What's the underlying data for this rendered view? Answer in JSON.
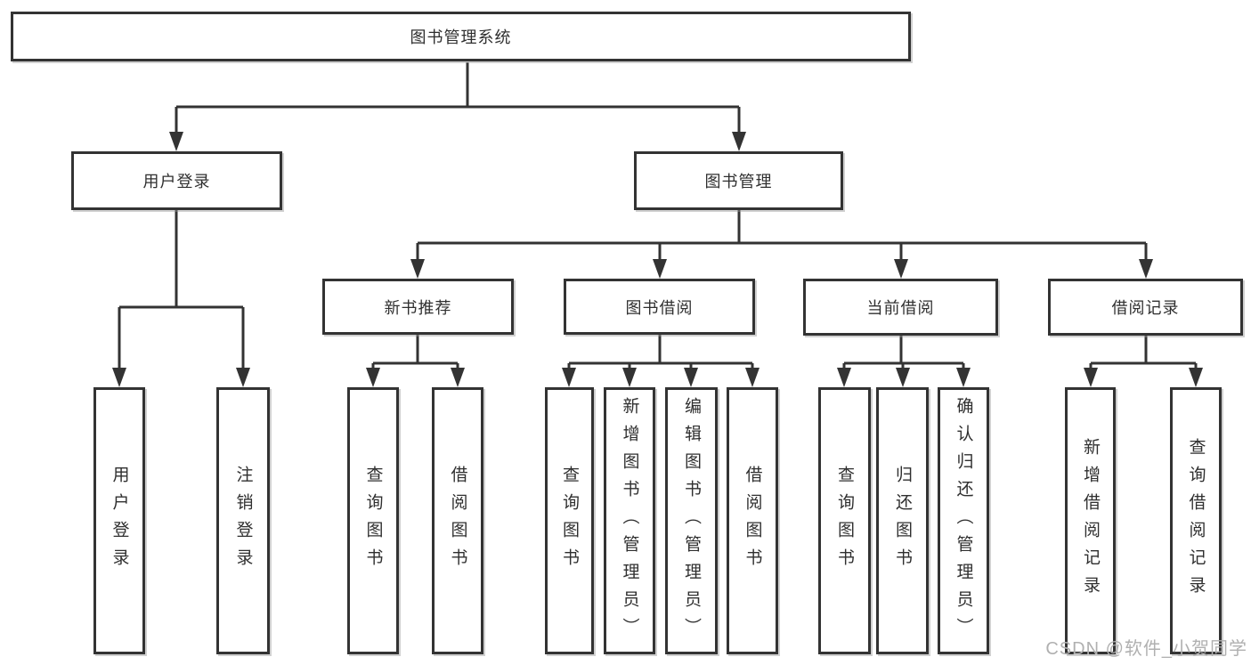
{
  "diagram": {
    "root": {
      "label": "图书管理系统"
    },
    "branches": [
      {
        "label": "用户登录",
        "children": [
          {
            "label": "用户登录"
          },
          {
            "label": "注销登录"
          }
        ]
      },
      {
        "label": "图书管理",
        "children": [
          {
            "label": "新书推荐",
            "children": [
              {
                "label": "查询图书"
              },
              {
                "label": "借阅图书"
              }
            ]
          },
          {
            "label": "图书借阅",
            "children": [
              {
                "label": "查询图书"
              },
              {
                "label": "新增图书（管理员）"
              },
              {
                "label": "编辑图书（管理员）"
              },
              {
                "label": "借阅图书"
              }
            ]
          },
          {
            "label": "当前借阅",
            "children": [
              {
                "label": "查询图书"
              },
              {
                "label": "归还图书"
              },
              {
                "label": "确认归还（管理员）"
              }
            ]
          },
          {
            "label": "借阅记录",
            "children": [
              {
                "label": "新增借阅记录"
              },
              {
                "label": "查询借阅记录"
              }
            ]
          }
        ]
      }
    ]
  },
  "watermark": {
    "text": "CSDN @软件_小贺同学"
  },
  "colors": {
    "line": "#333333",
    "text": "#2f2f2f",
    "background": "#ffffff",
    "watermark": "#b0b0b0"
  }
}
